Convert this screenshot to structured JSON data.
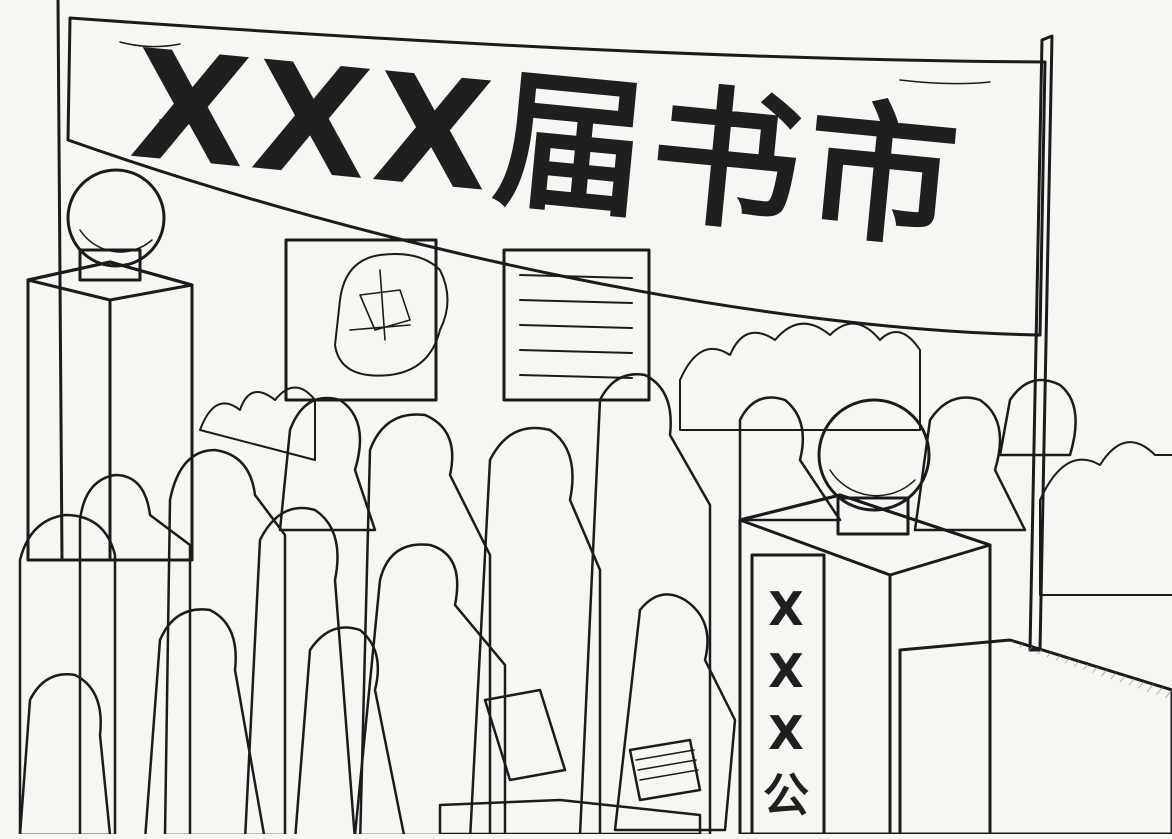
{
  "banner": {
    "title": "XXX届书市"
  },
  "pillar": {
    "chars": [
      "X",
      "X",
      "X",
      "公"
    ]
  },
  "colors": {
    "ink": "#1b1b1b",
    "paper": "#f7f6f2",
    "hatch": "#8a8a8a"
  },
  "icons": [
    "globe-lamp-icon",
    "map-board-icon",
    "notice-board-icon"
  ]
}
